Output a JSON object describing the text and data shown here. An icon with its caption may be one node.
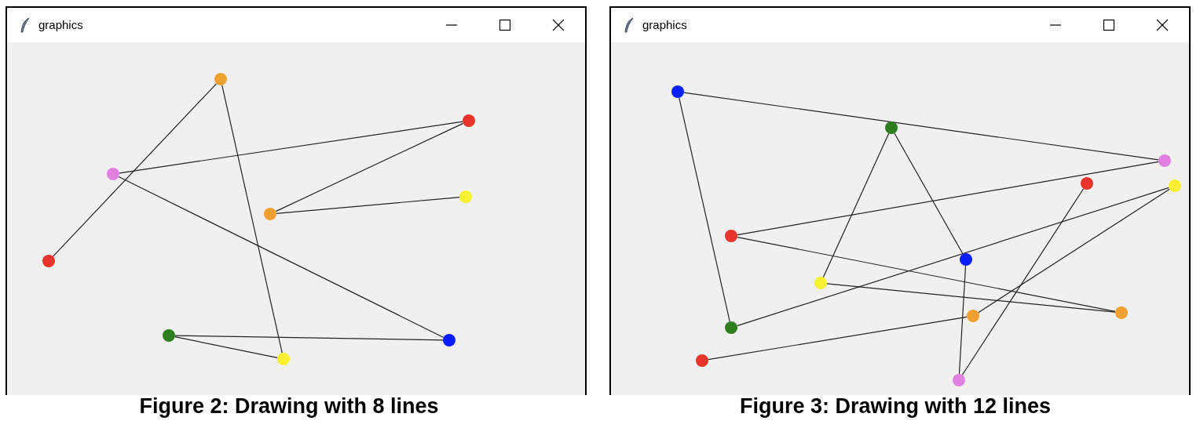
{
  "diagram": {
    "nodes": [
      {
        "text": [
          "graphics"
        ]
      },
      {
        "text": [],
        "shape": "circle",
        "in": 0
      },
      {
        "text": [],
        "shape": "circle",
        "in": 0
      },
      {
        "text": [],
        "shape": "circle",
        "in": 0
      },
      {
        "text": [],
        "shape": "circle",
        "in": 0
      },
      {
        "text": [],
        "shape": "circle",
        "in": 0
      },
      {
        "text": [],
        "shape": "circle",
        "in": 0
      },
      {
        "text": [],
        "shape": "circle",
        "in": 0
      },
      {
        "text": [],
        "shape": "circle",
        "in": 0
      },
      {
        "text": [],
        "shape": "circle",
        "in": 0
      },
      {
        "text": [
          "graphics"
        ]
      },
      {
        "text": [],
        "shape": "circle",
        "in": 10
      },
      {
        "text": [],
        "shape": "circle",
        "in": 10
      },
      {
        "text": [],
        "shape": "circle",
        "in": 10
      },
      {
        "text": [],
        "shape": "circle",
        "in": 10
      },
      {
        "text": [],
        "shape": "circle",
        "in": 10
      },
      {
        "text": [],
        "shape": "circle",
        "in": 10
      },
      {
        "text": [],
        "shape": "circle",
        "in": 10
      },
      {
        "text": [],
        "shape": "circle",
        "in": 10
      },
      {
        "text": [],
        "shape": "circle",
        "in": 10
      },
      {
        "text": [],
        "shape": "circle",
        "in": 10
      },
      {
        "text": [],
        "shape": "circle",
        "in": 10
      },
      {
        "text": [],
        "shape": "circle",
        "in": 10
      },
      {
        "text": [],
        "shape": "circle",
        "in": 10
      }
    ],
    "edges": [
      {
        "from": 5,
        "to": 2,
        "arrow": "none"
      },
      {
        "from": 2,
        "to": 7,
        "arrow": "none"
      },
      {
        "from": 7,
        "to": 8,
        "arrow": "none"
      },
      {
        "from": 8,
        "to": 6,
        "arrow": "none"
      },
      {
        "from": 6,
        "to": 3,
        "arrow": "none"
      },
      {
        "from": 3,
        "to": 1,
        "arrow": "none"
      },
      {
        "from": 1,
        "to": 4,
        "arrow": "none"
      },
      {
        "from": 4,
        "to": 9,
        "arrow": "none"
      },
      {
        "from": 22,
        "to": 20,
        "arrow": "none"
      },
      {
        "from": 20,
        "to": 15,
        "arrow": "none"
      },
      {
        "from": 15,
        "to": 21,
        "arrow": "none"
      },
      {
        "from": 21,
        "to": 11,
        "arrow": "none"
      },
      {
        "from": 11,
        "to": 13,
        "arrow": "none"
      },
      {
        "from": 13,
        "to": 16,
        "arrow": "none"
      },
      {
        "from": 16,
        "to": 19,
        "arrow": "none"
      },
      {
        "from": 19,
        "to": 18,
        "arrow": "none"
      },
      {
        "from": 18,
        "to": 12,
        "arrow": "none"
      },
      {
        "from": 12,
        "to": 17,
        "arrow": "none"
      },
      {
        "from": 17,
        "to": 23,
        "arrow": "none"
      },
      {
        "from": 23,
        "to": 14,
        "arrow": "none"
      }
    ],
    "labels": [
      "Figure 2: Drawing with 8 lines",
      "Figure 3: Drawing with 12 lines"
    ]
  }
}
